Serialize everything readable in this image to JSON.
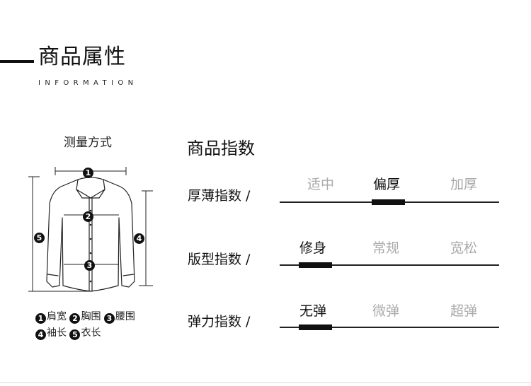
{
  "header": {
    "title": "商品属性",
    "subtitle": "INFORMATION"
  },
  "measure": {
    "title": "测量方式",
    "markers": [
      "1",
      "2",
      "3",
      "4",
      "5"
    ],
    "legend": [
      [
        {
          "num": "1",
          "label": "肩宽"
        },
        {
          "num": "2",
          "label": "胸围"
        },
        {
          "num": "3",
          "label": "腰围"
        }
      ],
      [
        {
          "num": "4",
          "label": "袖长"
        },
        {
          "num": "5",
          "label": "衣长"
        }
      ]
    ]
  },
  "index": {
    "title": "商品指数",
    "rows": [
      {
        "label": "厚薄指数 /",
        "options": [
          "适中",
          "偏厚",
          "加厚"
        ],
        "selected": 1
      },
      {
        "label": "版型指数 /",
        "options": [
          "修身",
          "常规",
          "宽松"
        ],
        "selected": 0
      },
      {
        "label": "弹力指数 /",
        "options": [
          "无弹",
          "微弹",
          "超弹"
        ],
        "selected": 0
      }
    ]
  },
  "colors": {
    "accent": "#111111",
    "muted": "#aaaaaa",
    "line": "#222222"
  }
}
